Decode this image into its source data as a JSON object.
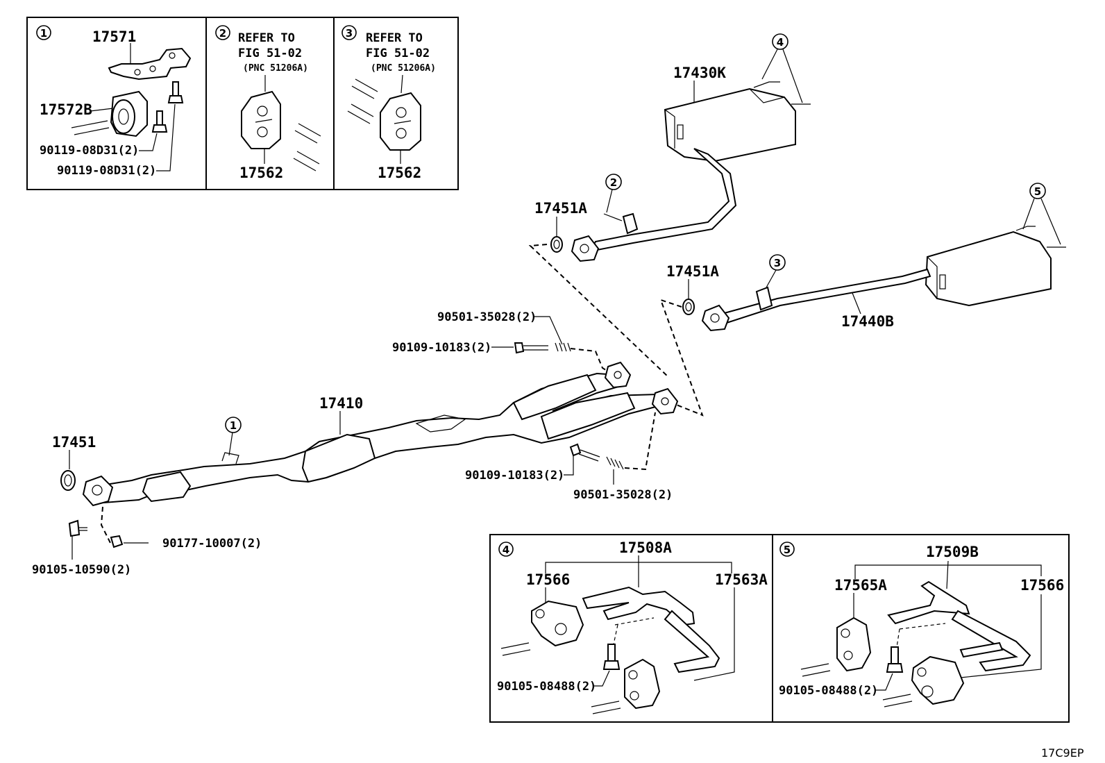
{
  "diagram_code": "17C9EP",
  "insets": {
    "inset1": {
      "number": "1",
      "labels": {
        "bracket": "17571",
        "mount": "17572B",
        "bolt_a": "90119-08D31(2)",
        "bolt_b": "90119-08D31(2)"
      }
    },
    "inset2": {
      "number": "2",
      "refer_line1": "REFER TO",
      "refer_line2": "FIG 51-02",
      "refer_line3": "(PNC 51206A)",
      "part": "17562"
    },
    "inset3": {
      "number": "3",
      "refer_line1": "REFER TO",
      "refer_line2": "FIG 51-02",
      "refer_line3": "(PNC 51206A)",
      "part": "17562"
    },
    "inset4": {
      "number": "4",
      "labels": {
        "bracket": "17508A",
        "left": "17566",
        "right": "17563A",
        "bolt": "90105-08488(2)"
      }
    },
    "inset5": {
      "number": "5",
      "labels": {
        "bracket": "17509B",
        "left": "17565A",
        "right": "17566",
        "bolt": "90105-08488(2)"
      }
    }
  },
  "main": {
    "labels": {
      "front_pipe": "17410",
      "front_gasket": "17451",
      "front_bolt": "90105-10590(2)",
      "front_nut": "90177-10007(2)",
      "upper_spring": "90501-35028(2)",
      "upper_bolt": "90109-10183(2)",
      "lower_bolt": "90109-10183(2)",
      "lower_spring": "90501-35028(2)",
      "upper_muffler": "17430K",
      "upper_gasket": "17451A",
      "lower_muffler": "17440B",
      "lower_gasket": "17451A"
    },
    "callouts": {
      "c1": "1",
      "c2": "2",
      "c3": "3",
      "c4": "4",
      "c5": "5"
    }
  }
}
